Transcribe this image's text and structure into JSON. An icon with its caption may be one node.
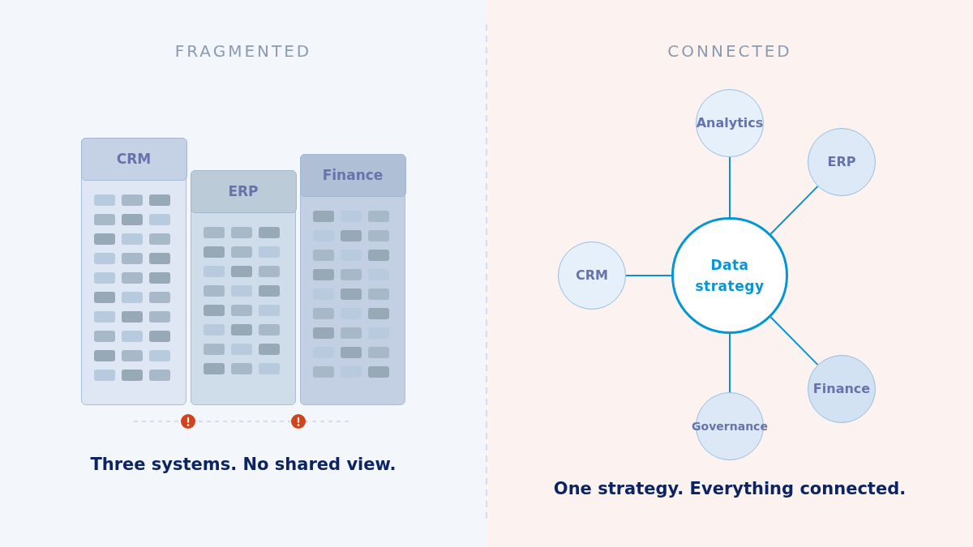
{
  "diagram": {
    "nodes": [
      {
        "text": [
          "FRAGMENTED",
          "Three systems. No shared view."
        ]
      },
      {
        "text": [
          "CRM"
        ],
        "in": 0
      },
      {
        "text": [
          "ERP"
        ],
        "in": 0
      },
      {
        "text": [
          "Finance"
        ],
        "in": 0
      },
      {
        "text": [
          "CONNECTED",
          "One strategy. Everything connected."
        ]
      },
      {
        "text": [
          "Analytics"
        ],
        "in": 4
      },
      {
        "text": [
          "ERP"
        ],
        "in": 4
      },
      {
        "text": [
          "CRM"
        ],
        "in": 4
      },
      {
        "text": [
          "Data strategy"
        ],
        "in": 4
      },
      {
        "text": [
          "Finance"
        ],
        "in": 4
      },
      {
        "text": [
          "Governance"
        ],
        "in": 4
      }
    ],
    "edges": [
      {
        "from": 8,
        "to": 5,
        "arrow": "none"
      },
      {
        "from": 8,
        "to": 6,
        "arrow": "none"
      },
      {
        "from": 8,
        "to": 9,
        "arrow": "none"
      },
      {
        "from": 8,
        "to": 10,
        "arrow": "none"
      },
      {
        "from": 8,
        "to": 7,
        "arrow": "none"
      }
    ]
  }
}
